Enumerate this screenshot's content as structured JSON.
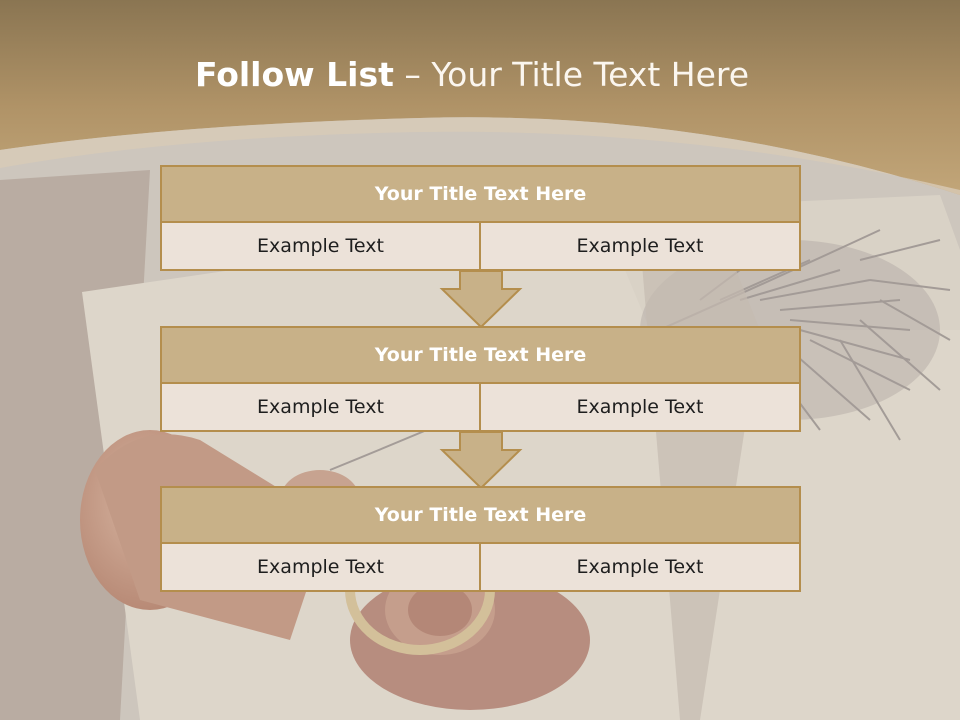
{
  "slide": {
    "title_bold": "Follow List",
    "title_rest": " – Your Title Text Here"
  },
  "blocks": [
    {
      "title": "Your Title Text Here",
      "left": "Example Text",
      "right": "Example Text"
    },
    {
      "title": "Your Title Text Here",
      "left": "Example Text",
      "right": "Example Text"
    },
    {
      "title": "Your Title Text Here",
      "left": "Example Text",
      "right": "Example Text"
    }
  ],
  "colors": {
    "header_band": "#b99e6e",
    "block_header_fill": "#c8b188",
    "block_cell_fill": "#ece2d9",
    "border": "#b48e4d",
    "arrow_fill": "#c8b188"
  }
}
